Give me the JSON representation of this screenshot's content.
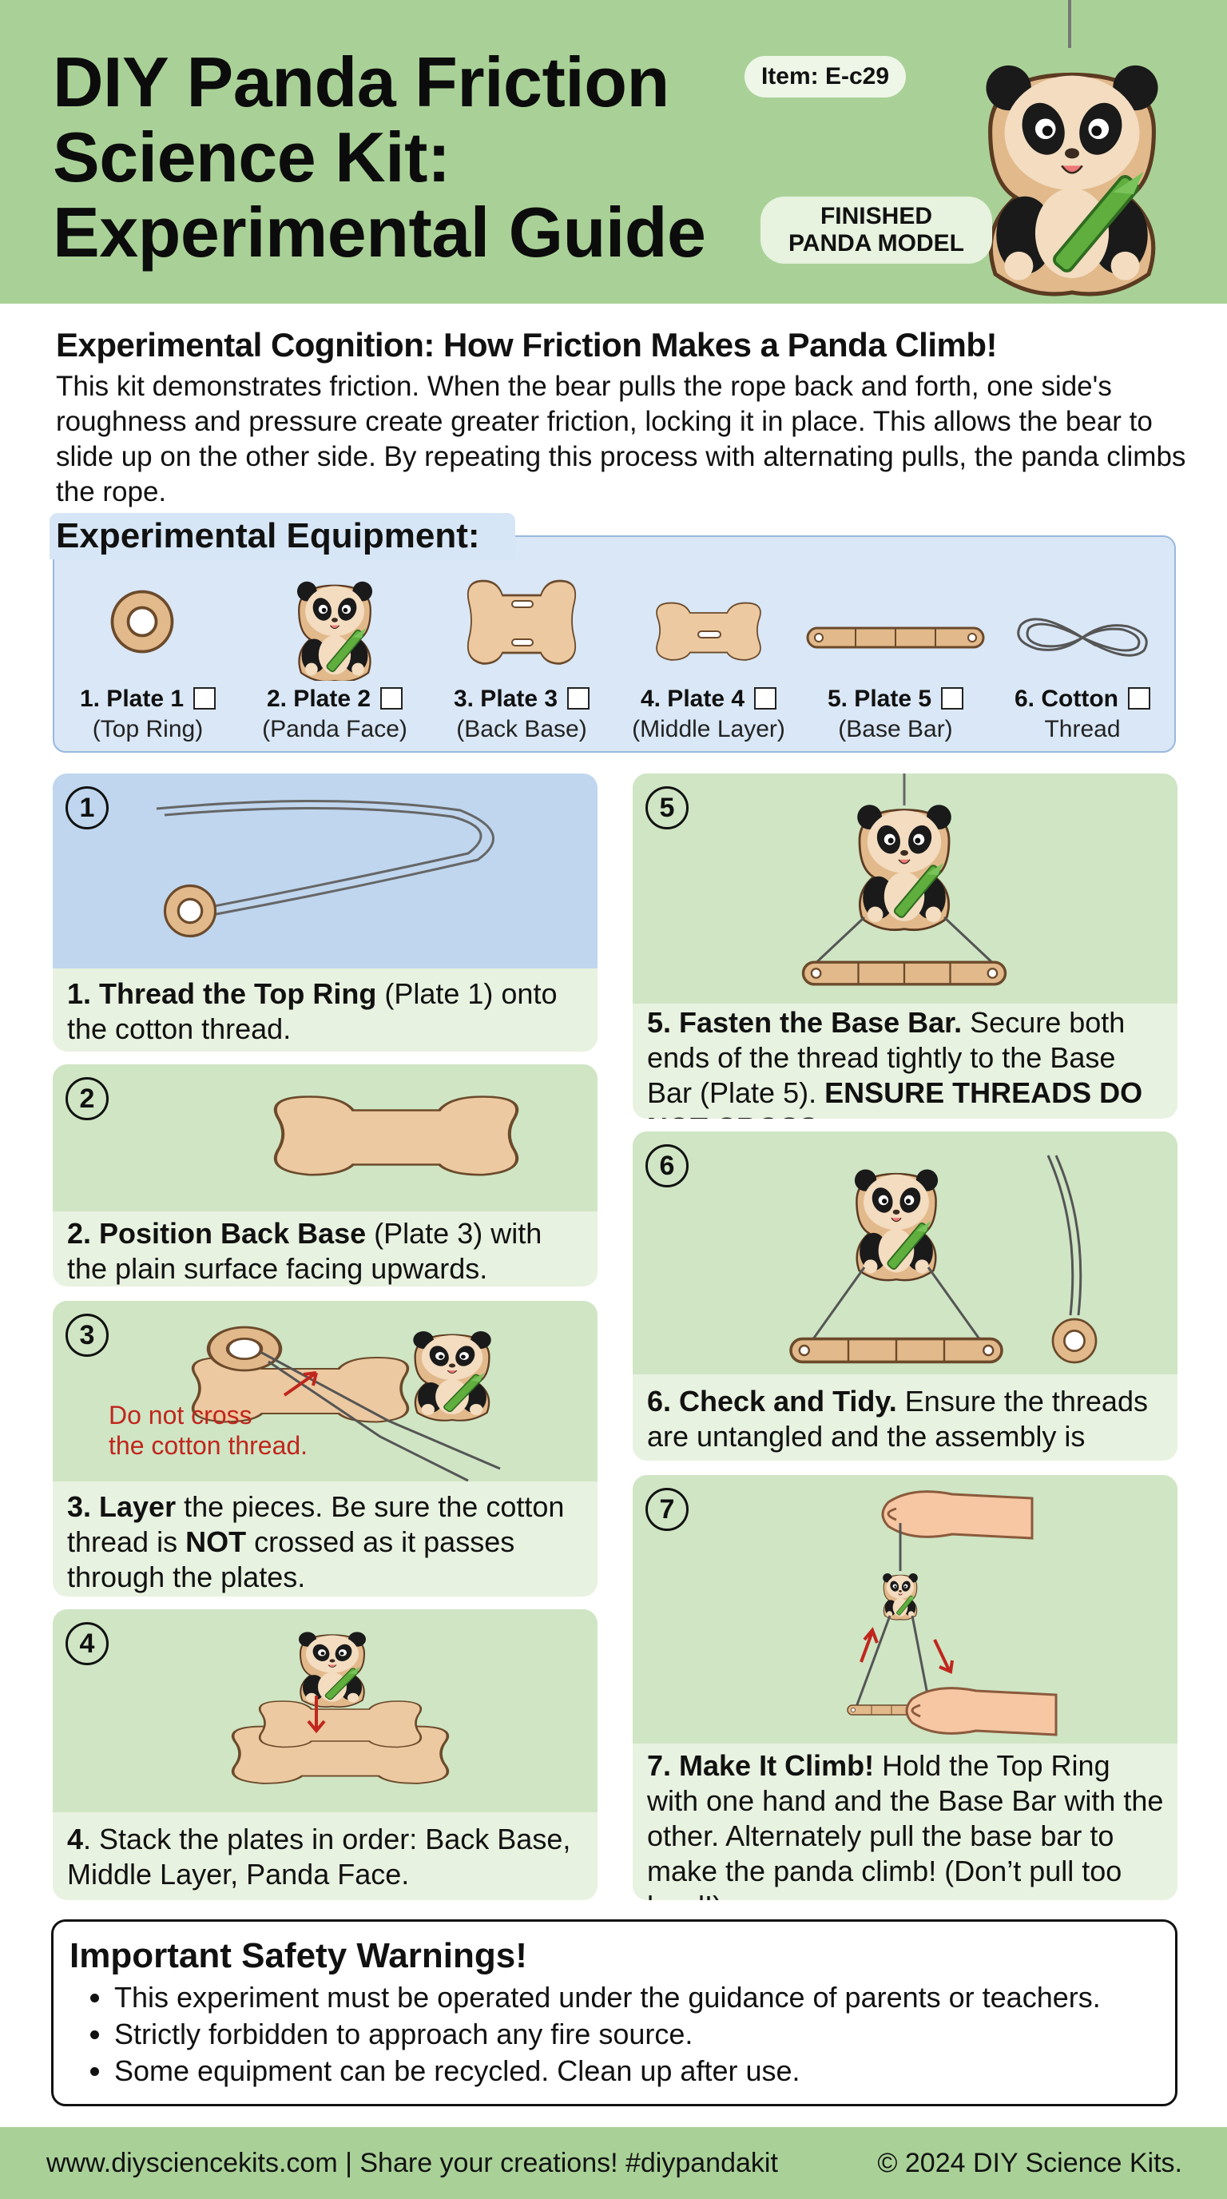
{
  "header": {
    "title_lines": [
      "DIY Panda Friction",
      "Science Kit:",
      "Experimental Guide"
    ],
    "item_badge": "Item: E-c29",
    "finished_label_lines": [
      "FINISHED",
      "PANDA MODEL"
    ]
  },
  "intro": {
    "heading": "Experimental Cognition: How Friction Makes a Panda Climb!",
    "body": "This kit demonstrates friction. When the bear pulls the rope back and forth, one side's roughness and pressure create greater friction, locking it in place. This allows the bear to slide up on the other side. By repeating this process with alternating pulls, the panda climbs the rope."
  },
  "equipment": {
    "heading": "Experimental Equipment:",
    "items": [
      {
        "label": "1. Plate 1",
        "sub": "(Top Ring)",
        "icon": "top-ring-icon",
        "checked": false
      },
      {
        "label": "2. Plate 2",
        "sub": "(Panda Face)",
        "icon": "panda-face-icon",
        "checked": false
      },
      {
        "label": "3. Plate 3",
        "sub": "(Back Base)",
        "icon": "back-base-icon",
        "checked": false
      },
      {
        "label": "4. Plate 4",
        "sub": "(Middle Layer)",
        "icon": "middle-layer-icon",
        "checked": false
      },
      {
        "label": "5. Plate 5",
        "sub": "(Base Bar)",
        "icon": "base-bar-icon",
        "checked": false
      },
      {
        "label": "6. Cotton",
        "sub": "Thread",
        "icon": "cotton-thread-icon",
        "checked": false
      }
    ]
  },
  "steps": [
    {
      "num": "1",
      "bold": "1. Thread the Top Ring",
      "rest": " (Plate 1) onto the cotton thread."
    },
    {
      "num": "2",
      "bold": "2. Position Back Base",
      "rest": " (Plate 3) with the plain surface facing upwards."
    },
    {
      "num": "3",
      "bold": "3. Layer",
      "rest": " the pieces. Be sure the cotton thread is ",
      "bold2": "NOT",
      "rest2": " crossed as it passes through the plates.",
      "callout": [
        "Do not cross",
        "the cotton thread."
      ]
    },
    {
      "num": "4",
      "bold": "4",
      "rest": ". Stack the plates in order: Back Base, Middle Layer, Panda Face."
    },
    {
      "num": "5",
      "bold": "5. Fasten the Base Bar.",
      "rest": " Secure both ends of the thread tightly to the Base Bar (Plate 5). ",
      "bold2": "ENSURE THREADS DO NOT CROSS.",
      "rest2": ""
    },
    {
      "num": "6",
      "bold": "6. Check and Tidy.",
      "rest": " Ensure the threads are untangled and the assembly is ready."
    },
    {
      "num": "7",
      "bold": "7. Make It Climb!",
      "rest": " Hold the Top Ring with one hand and the Base Bar with the other. Alternately pull the base bar to make the panda climb! (Don’t pull too hard!)"
    }
  ],
  "safety": {
    "heading": "Important Safety Warnings!",
    "items": [
      "This experiment must be operated under the guidance of parents or teachers.",
      "Strictly forbidden to approach any fire source.",
      "Some equipment can be recycled. Clean up after use."
    ]
  },
  "footer": {
    "left": "www.diysciencekits.com | Share your creations! #diypandakit",
    "right": "© 2024 DIY Science Kits."
  },
  "colors": {
    "header_green": "#a9d197",
    "panel_green": "#cfe5c4",
    "panel_blue": "#bfd6ee",
    "wood": "#ecc9a0",
    "warning_red": "#c0261d"
  }
}
